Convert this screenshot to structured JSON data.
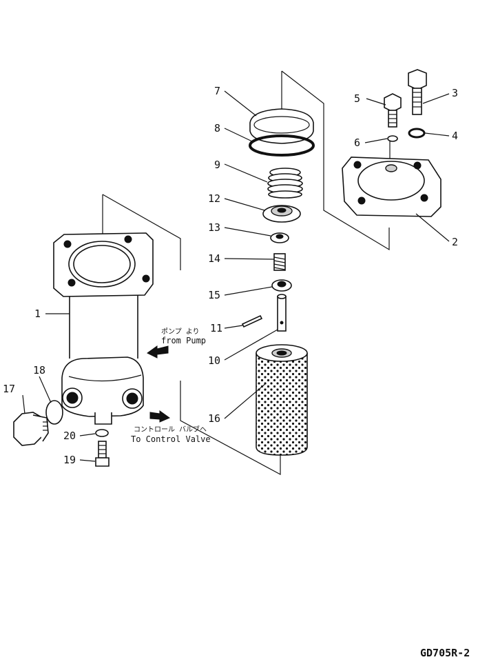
{
  "drawing_code": "GD705R-2",
  "callouts": {
    "c1": "1",
    "c2": "2",
    "c3": "3",
    "c4": "4",
    "c5": "5",
    "c6": "6",
    "c7": "7",
    "c8": "8",
    "c9": "9",
    "c10": "10",
    "c11": "11",
    "c12": "12",
    "c13": "13",
    "c14": "14",
    "c15": "15",
    "c16": "16",
    "c17": "17",
    "c18": "18",
    "c19": "19",
    "c20": "20"
  },
  "notes": {
    "from_pump_jp": "ポンプ  より",
    "from_pump_en": "from Pump",
    "to_valve_jp": "コントロール  バルブヘ",
    "to_valve_en": "To Control Valve"
  }
}
